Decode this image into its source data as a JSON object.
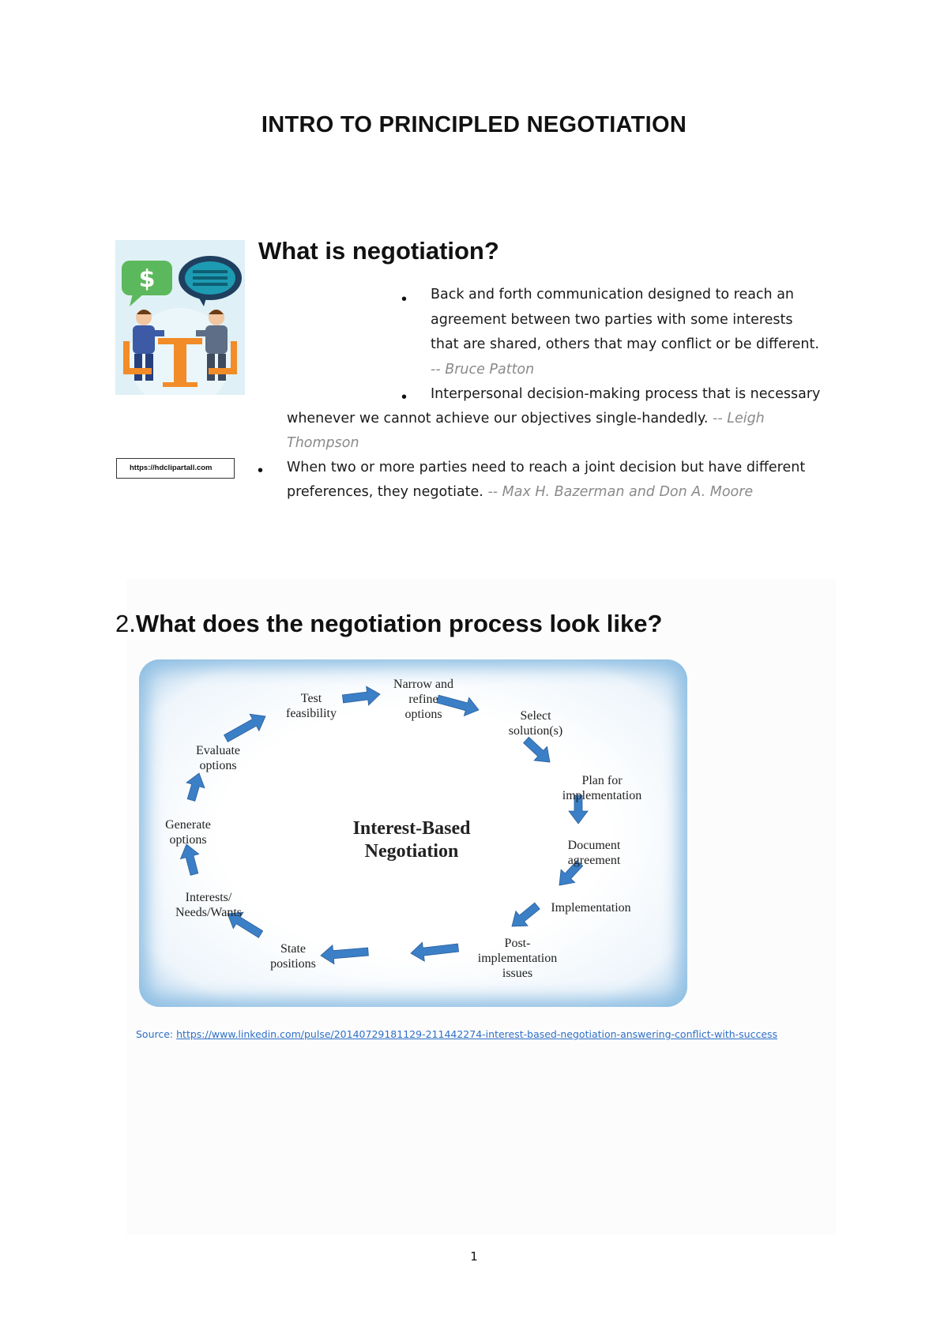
{
  "title": "INTRO TO PRINCIPLED NEGOTIATION",
  "section1": {
    "heading": "What is negotiation?",
    "image_caption": "https://hdclipartall.com",
    "clipart_icons": [
      "dollar-speech-bubble-icon",
      "message-speech-bubble-icon",
      "negotiators-at-table-icon"
    ],
    "definitions": [
      {
        "line1": "Back and forth communication designed to reach an",
        "line2": "agreement between two parties with some interests",
        "line3": "that are shared, others that may conflict or be different.",
        "author": "-- Bruce Patton"
      },
      {
        "line1": "Interpersonal decision-making process that is necessary",
        "line2": "whenever we cannot achieve our objectives single-handedly.",
        "author_part1": "-- Leigh",
        "author_part2": "Thompson"
      },
      {
        "line1": "When two or more parties need to reach a joint decision but have different",
        "line2": "preferences, they negotiate.",
        "author": "-- Max H. Bazerman and Don A. Moore"
      }
    ]
  },
  "section2": {
    "number": "2.",
    "heading": "What does the negotiation process look like?",
    "diagram": {
      "center_line1": "Interest-Based",
      "center_line2": "Negotiation",
      "stages": [
        "Narrow and|refine|options",
        "Select|solution(s)",
        "Plan for|implementation",
        "Document|agreement",
        "Implementation",
        "Post-|implementation|issues",
        "State|positions",
        "Interests/|Needs/Wants",
        "Generate|options",
        "Evaluate|options",
        "Test|feasibility"
      ],
      "arrow_color": "#3b7fc7"
    },
    "source_label": "Source: ",
    "source_url": "https://www.linkedin.com/pulse/20140729181129-211442274-interest-based-negotiation-answering-conflict-with-success"
  },
  "page_number": "1"
}
